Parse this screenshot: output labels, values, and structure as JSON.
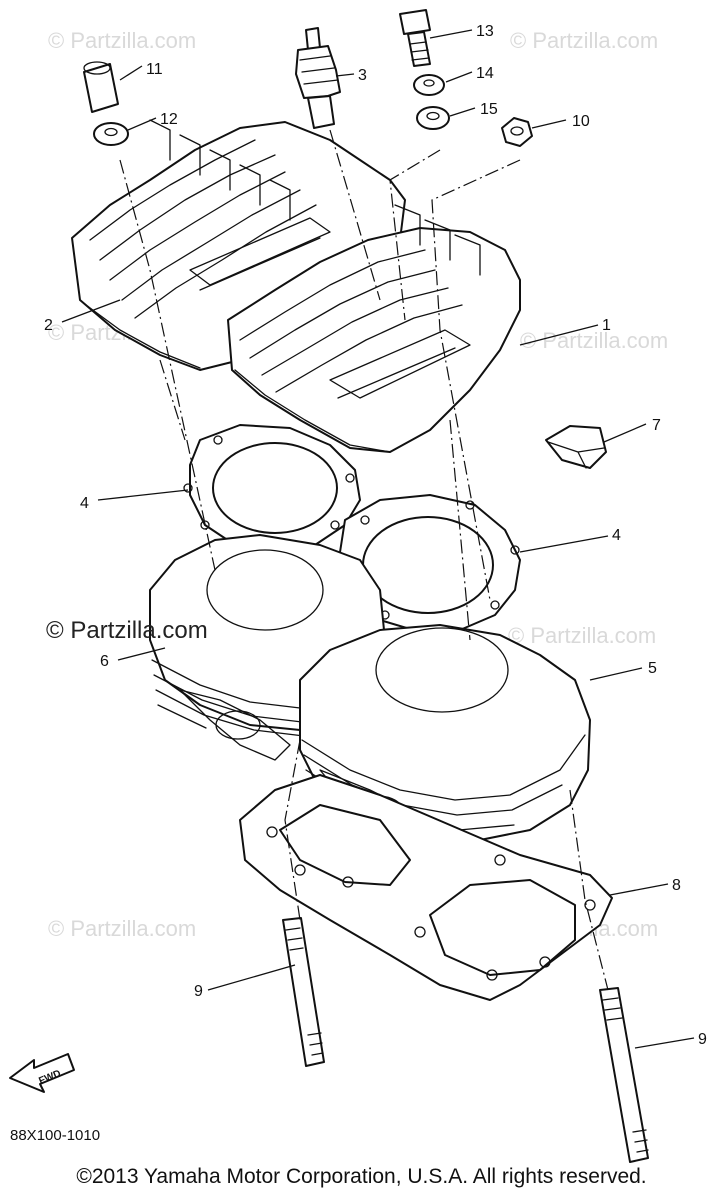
{
  "watermark": "© Partzilla.com",
  "callouts": {
    "c1": "1",
    "c2": "2",
    "c3": "3",
    "c4a": "4",
    "c4b": "4",
    "c5": "5",
    "c6": "6",
    "c7": "7",
    "c8": "8",
    "c9a": "9",
    "c9b": "9",
    "c10": "10",
    "c11": "11",
    "c12": "12",
    "c13": "13",
    "c14": "14",
    "c15": "15"
  },
  "fwd_label": "FWD",
  "diagram_code": "88X100-1010",
  "copyright": "©2013 Yamaha Motor Corporation, U.S.A. All rights reserved."
}
